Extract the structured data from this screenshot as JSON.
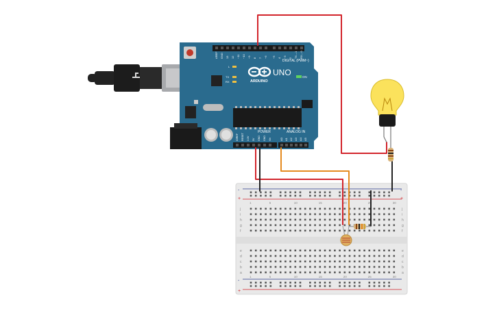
{
  "board": {
    "brand": "ARDUINO",
    "model": "UNO",
    "on_label": "ON",
    "digital_label": "DIGITAL (PWM~)",
    "power_label": "POWER",
    "analog_label": "ANALOG IN",
    "tx_label": "TX",
    "rx_label": "RX",
    "l_label": "L",
    "digital_pins": [
      "AREF",
      "GND",
      "13",
      "12",
      "~11",
      "~10",
      "~9",
      "8",
      "7",
      "~6",
      "~5",
      "4",
      "~3",
      "2",
      "TX→1",
      "RX←0"
    ],
    "power_pins": [
      "IOREF",
      "RESET",
      "3.3V",
      "5V",
      "GND",
      "GND",
      "Vin"
    ],
    "analog_pins": [
      "A0",
      "A1",
      "A2",
      "A3",
      "A4",
      "A5"
    ]
  },
  "breadboard": {
    "columns": [
      "1",
      "5",
      "10",
      "15",
      "20",
      "25",
      "30"
    ],
    "rows_top": [
      "j",
      "i",
      "h",
      "g",
      "f"
    ],
    "rows_bottom": [
      "e",
      "d",
      "c",
      "b",
      "a"
    ],
    "rail_plus": "+",
    "rail_minus": "-"
  },
  "colors": {
    "board": "#2a6b8e",
    "board_dark": "#1f5673",
    "wire_red": "#d2232a",
    "wire_black": "#222222",
    "wire_orange": "#e58a1e",
    "bulb": "#fbe25c",
    "breadboard": "#e9e9e9"
  }
}
